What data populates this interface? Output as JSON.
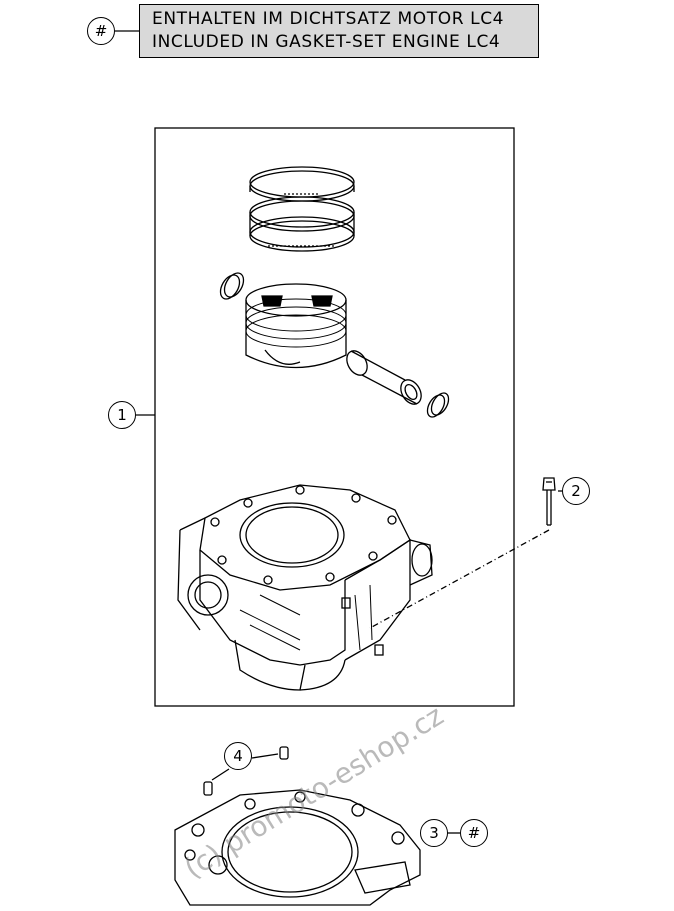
{
  "legend": {
    "hash_symbol": "#",
    "line_de": "ENTHALTEN IM DICHTSATZ MOTOR LC4",
    "line_en": "INCLUDED IN GASKET-SET ENGINE LC4"
  },
  "callouts": {
    "c1": "1",
    "c2": "2",
    "c3": "3",
    "c3_hash": "#",
    "c4": "4"
  },
  "watermark": "(c) promoto-eshop.cz",
  "colors": {
    "legend_fill": "#d9d9d9",
    "line": "#000000"
  }
}
